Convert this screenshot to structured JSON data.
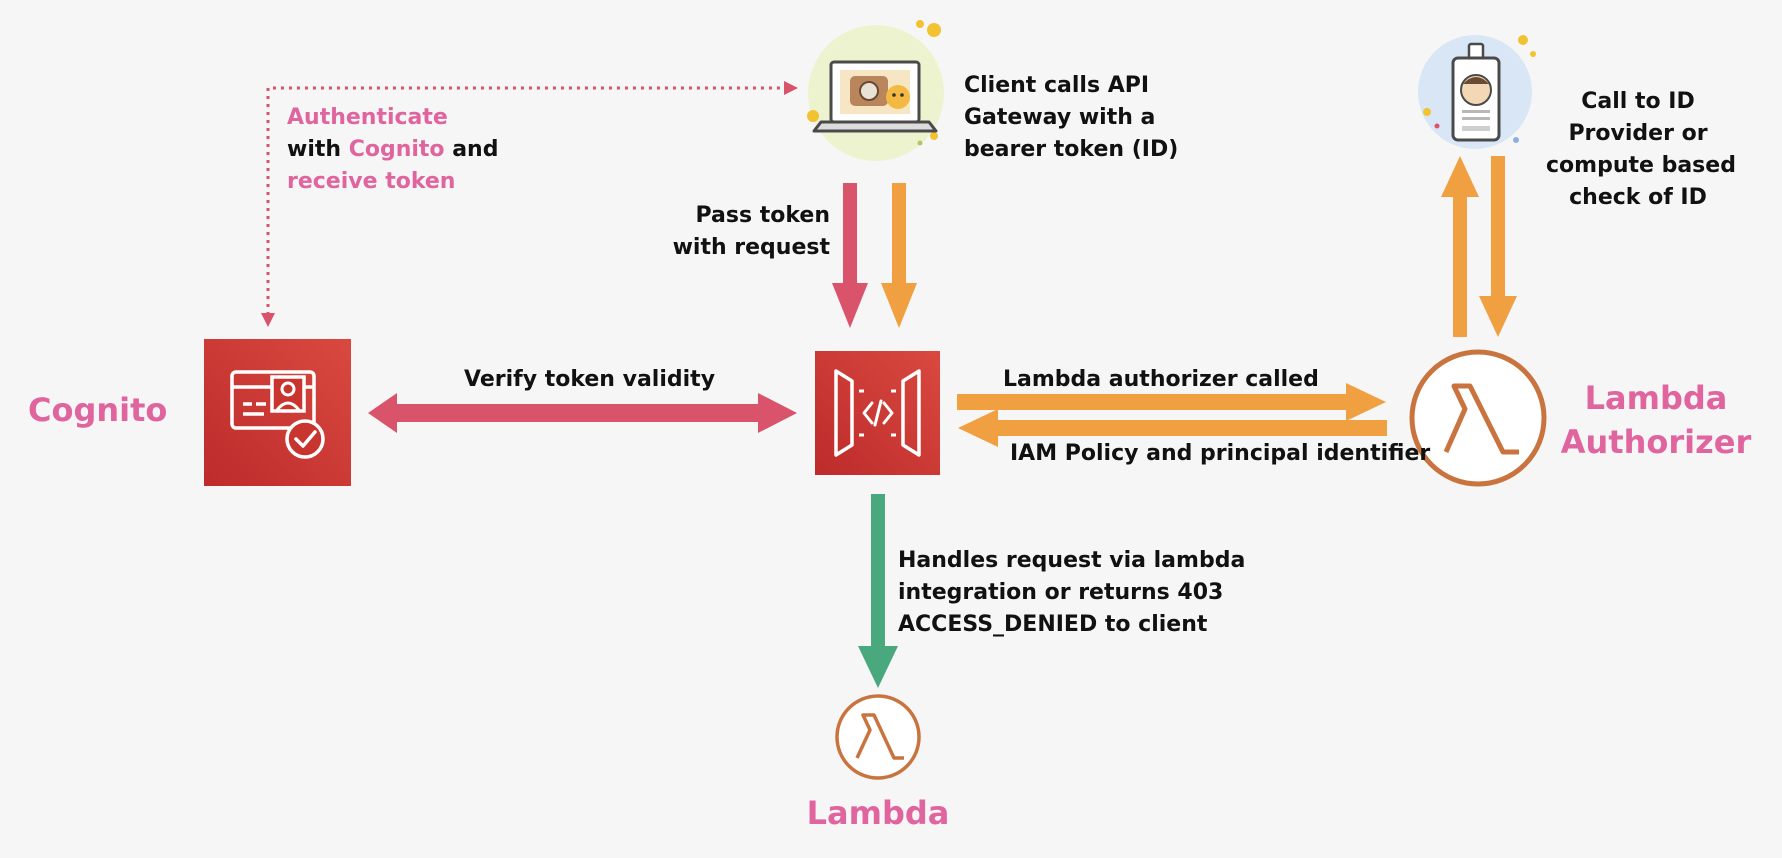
{
  "colors": {
    "pink": "#e0649e",
    "red_arrow": "#d9546b",
    "orange_arrow": "#f0a040",
    "green_arrow": "#4aa87e",
    "cognito_red": "#c7312f",
    "lambda_orange": "#c9733e"
  },
  "nodes": {
    "cognito": {
      "label": "Cognito",
      "icon": "cognito-icon"
    },
    "api_gateway": {
      "icon": "api-gateway-icon"
    },
    "lambda_authorizer": {
      "label_line1": "Lambda",
      "label_line2": "Authorizer",
      "icon": "lambda-icon"
    },
    "lambda": {
      "label": "Lambda",
      "icon": "lambda-icon"
    },
    "client": {
      "icon": "laptop-icon"
    },
    "id_provider": {
      "icon": "id-badge-icon"
    }
  },
  "labels": {
    "authenticate": {
      "line1": "Authenticate",
      "line2_pre": "with ",
      "line2_pink": "Cognito",
      "line2_post": " and",
      "line3": "receive token"
    },
    "client_calls": [
      "Client calls API",
      "Gateway with a",
      "bearer token (ID)"
    ],
    "pass_token": [
      "Pass token",
      "with request"
    ],
    "verify": "Verify token validity",
    "lambda_authorizer_called": "Lambda authorizer called",
    "iam_policy": "IAM Policy and principal identifier",
    "call_to_id": [
      "Call to ID",
      "Provider or",
      "compute based",
      "check of ID"
    ],
    "handles_request": [
      "Handles request via lambda",
      "integration or returns 403",
      "ACCESS_DENIED to client"
    ]
  }
}
